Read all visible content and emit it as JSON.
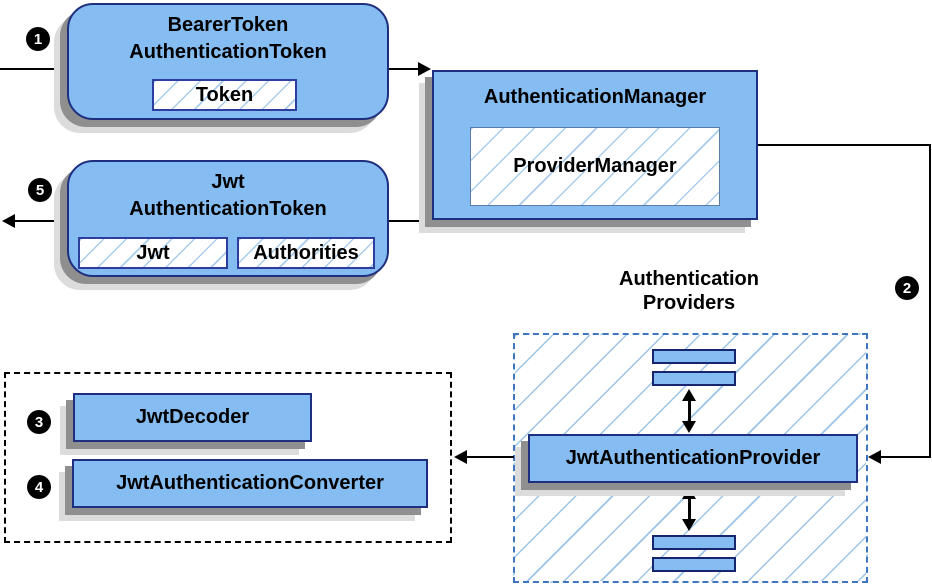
{
  "nodes": {
    "bearer_token": {
      "line1": "BearerToken",
      "line2": "AuthenticationToken",
      "slot": "Token"
    },
    "authentication_manager": {
      "title": "AuthenticationManager",
      "slot": "ProviderManager"
    },
    "jwt_token": {
      "line1": "Jwt",
      "line2": "AuthenticationToken",
      "slot1": "Jwt",
      "slot2": "Authorities"
    },
    "jwt_authentication_provider": {
      "label": "JwtAuthenticationProvider"
    },
    "jwt_decoder": {
      "label": "JwtDecoder"
    },
    "jwt_authentication_converter": {
      "label": "JwtAuthenticationConverter"
    }
  },
  "groups": {
    "authentication_providers": {
      "label_line1": "Authentication",
      "label_line2": "Providers"
    }
  },
  "steps": {
    "step1": "1",
    "step2": "2",
    "step3": "3",
    "step4": "4",
    "step5": "5"
  },
  "colors": {
    "node_fill": "#85BCF2",
    "node_border": "#1F2F7F",
    "inner_slot_border": "#2E3E9E",
    "hatch_line": "#A9CCEE",
    "shadow_dark": "#8F8F8F",
    "shadow_light": "#DCDCDC",
    "group_border_blue": "#3F74BF",
    "group_border_black": "#000000",
    "connector": "#000000",
    "badge_bg": "#000000",
    "badge_text": "#FFFFFF"
  }
}
